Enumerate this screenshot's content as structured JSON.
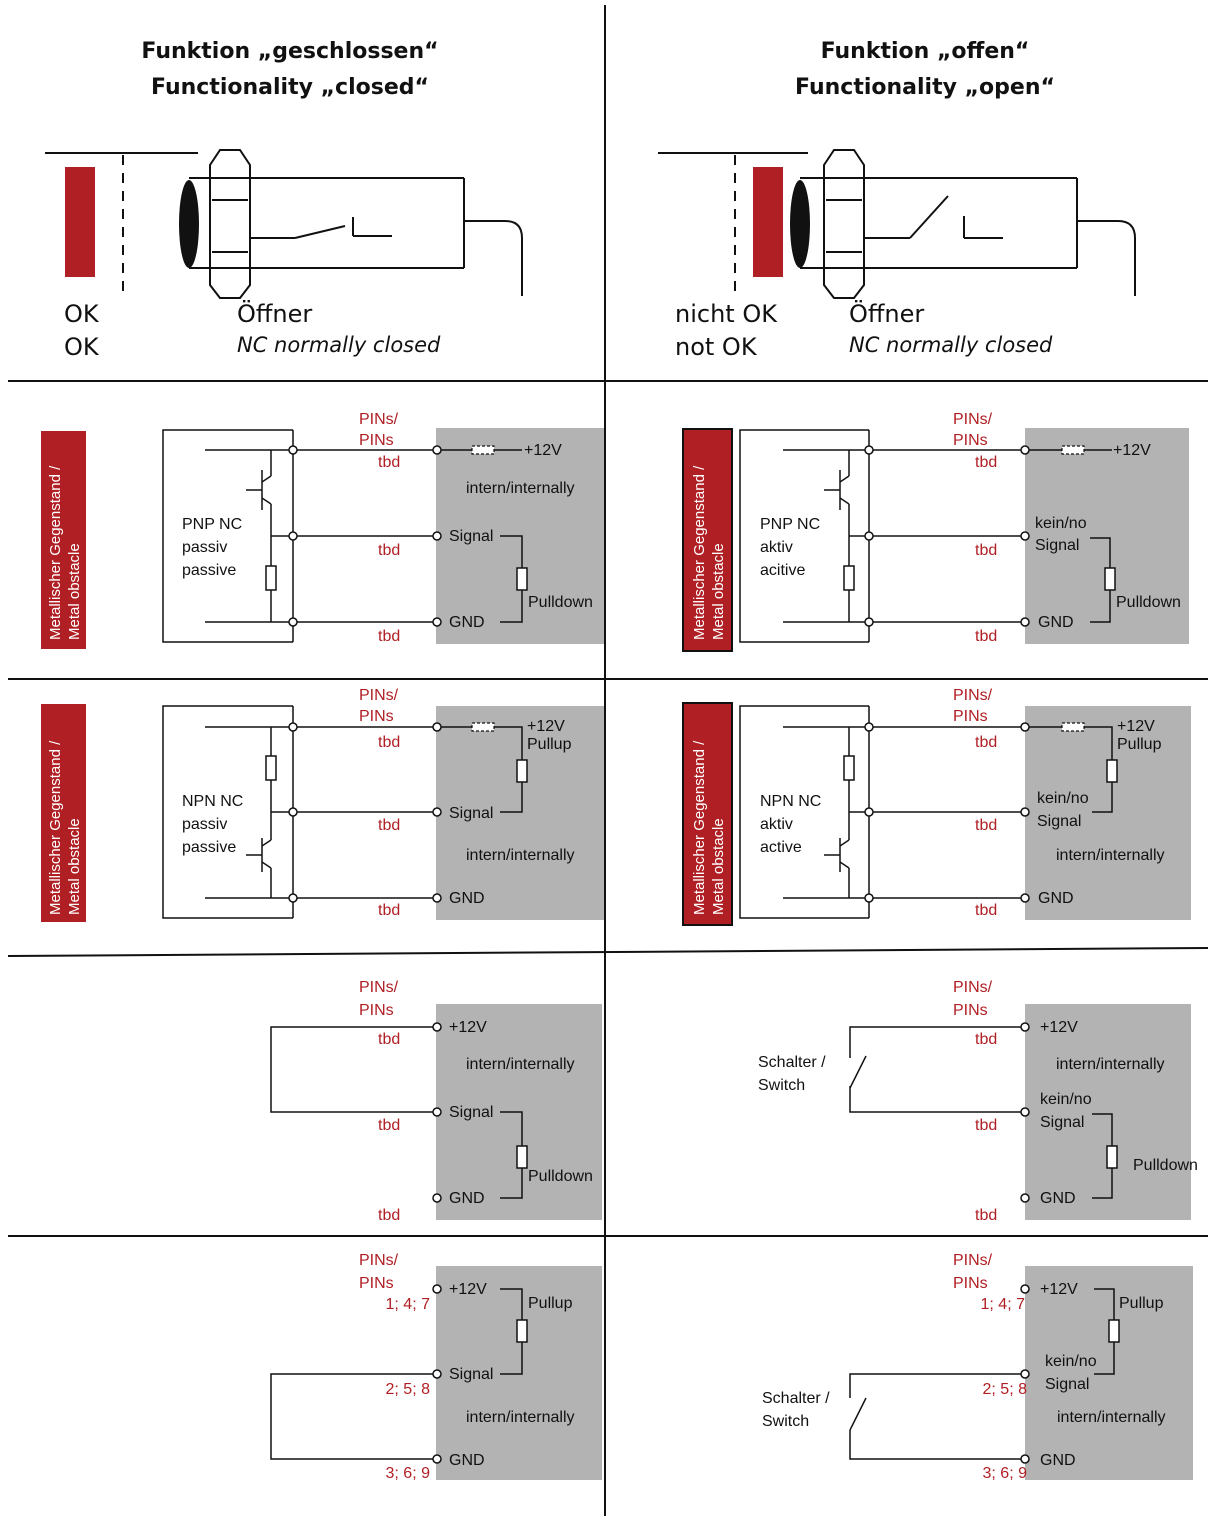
{
  "header": {
    "left": {
      "line1": "Funktion „geschlossen“",
      "line2": "Functionality „closed“"
    },
    "right": {
      "line1": "Funktion „offen“",
      "line2": "Functionality „open“"
    }
  },
  "sensor": {
    "left": {
      "status_de": "OK",
      "status_en": "OK",
      "type_de": "Öffner",
      "type_en": "NC normally closed"
    },
    "right": {
      "status_de": "nicht OK",
      "status_en": "not OK",
      "type_de": "Öffner",
      "type_en": "NC normally closed"
    }
  },
  "common": {
    "pins": "PINs/",
    "pins2": "PINs",
    "tbd": "tbd",
    "v12": "+12V",
    "signal": "Signal",
    "gnd": "GND",
    "pulldown": "Pulldown",
    "pullup": "Pullup",
    "internal": "intern/internally",
    "no_signal": "kein/no",
    "obstacle_de": "Metallischer Gegenstand /",
    "obstacle_en": "Metal obstacle",
    "switch_de": "Schalter /",
    "switch_en": "Switch",
    "pin_12v": "1; 4; 7",
    "pin_sig": "2; 5; 8",
    "pin_gnd": "3; 6; 9"
  },
  "rows": {
    "pnp_left": {
      "l1": "PNP NC",
      "l2": "passiv",
      "l3": "passive"
    },
    "pnp_right": {
      "l1": "PNP NC",
      "l2": "aktiv",
      "l3": "acitive"
    },
    "npn_left": {
      "l1": "NPN NC",
      "l2": "passiv",
      "l3": "passive"
    },
    "npn_right": {
      "l1": "NPN NC",
      "l2": "aktiv",
      "l3": "active"
    }
  },
  "colors": {
    "accent_red": "#b01f24",
    "panel_gray": "#b3b3b3",
    "line": "#111111"
  }
}
